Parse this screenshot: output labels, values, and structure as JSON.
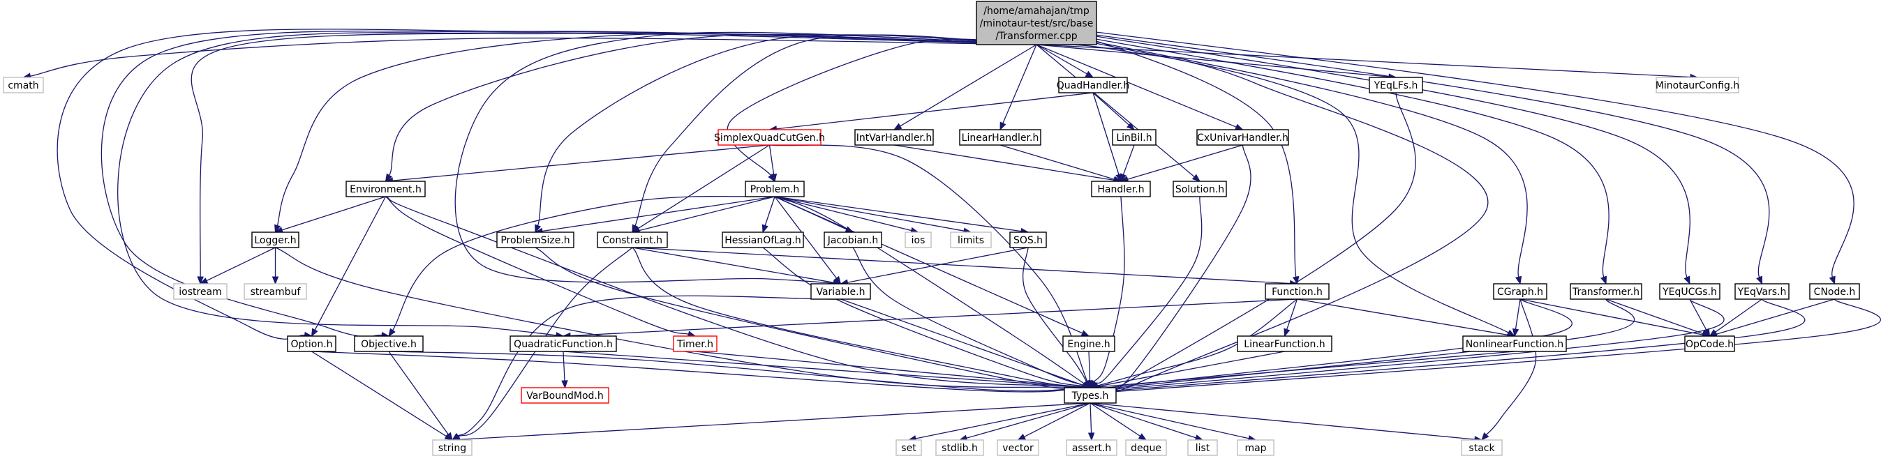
{
  "graph": {
    "colors": {
      "edge": "#191970",
      "node_border": "#000000",
      "root_fill": "#bfbfbf",
      "external_border": "#bfbfbf",
      "external_text": "#7f7f7f",
      "truncated_border": "#ff0000"
    },
    "nodes": [
      {
        "id": "root",
        "label_lines": [
          "/home/amahajan/tmp",
          "/minotaur-test/src/base",
          "/Transformer.cpp"
        ],
        "kind": "root"
      },
      {
        "id": "cmath",
        "label_lines": [
          "cmath"
        ],
        "kind": "external"
      },
      {
        "id": "minotaurconfig",
        "label_lines": [
          "MinotaurConfig.h"
        ],
        "kind": "external"
      },
      {
        "id": "quadhandler",
        "label_lines": [
          "QuadHandler.h"
        ],
        "kind": "normal"
      },
      {
        "id": "simplexquadcutgen",
        "label_lines": [
          "SimplexQuadCutGen.h"
        ],
        "kind": "truncated"
      },
      {
        "id": "intvarhandler",
        "label_lines": [
          "IntVarHandler.h"
        ],
        "kind": "normal"
      },
      {
        "id": "linearhandler",
        "label_lines": [
          "LinearHandler.h"
        ],
        "kind": "normal"
      },
      {
        "id": "linbil",
        "label_lines": [
          "LinBil.h"
        ],
        "kind": "normal"
      },
      {
        "id": "cxunivarhandler",
        "label_lines": [
          "CxUnivarHandler.h"
        ],
        "kind": "normal"
      },
      {
        "id": "yeqlfs",
        "label_lines": [
          "YEqLFs.h"
        ],
        "kind": "normal"
      },
      {
        "id": "environment",
        "label_lines": [
          "Environment.h"
        ],
        "kind": "normal"
      },
      {
        "id": "problem",
        "label_lines": [
          "Problem.h"
        ],
        "kind": "normal"
      },
      {
        "id": "handler",
        "label_lines": [
          "Handler.h"
        ],
        "kind": "normal"
      },
      {
        "id": "solution",
        "label_lines": [
          "Solution.h"
        ],
        "kind": "normal"
      },
      {
        "id": "logger",
        "label_lines": [
          "Logger.h"
        ],
        "kind": "normal"
      },
      {
        "id": "problemsize",
        "label_lines": [
          "ProblemSize.h"
        ],
        "kind": "normal"
      },
      {
        "id": "constraint",
        "label_lines": [
          "Constraint.h"
        ],
        "kind": "normal"
      },
      {
        "id": "hessianoflag",
        "label_lines": [
          "HessianOfLag.h"
        ],
        "kind": "normal"
      },
      {
        "id": "jacobian",
        "label_lines": [
          "Jacobian.h"
        ],
        "kind": "normal"
      },
      {
        "id": "ios",
        "label_lines": [
          "ios"
        ],
        "kind": "external"
      },
      {
        "id": "limits",
        "label_lines": [
          "limits"
        ],
        "kind": "external"
      },
      {
        "id": "sos",
        "label_lines": [
          "SOS.h"
        ],
        "kind": "normal"
      },
      {
        "id": "iostream",
        "label_lines": [
          "iostream"
        ],
        "kind": "external"
      },
      {
        "id": "streambuf",
        "label_lines": [
          "streambuf"
        ],
        "kind": "external"
      },
      {
        "id": "variable",
        "label_lines": [
          "Variable.h"
        ],
        "kind": "normal"
      },
      {
        "id": "function",
        "label_lines": [
          "Function.h"
        ],
        "kind": "normal"
      },
      {
        "id": "cgraph",
        "label_lines": [
          "CGraph.h"
        ],
        "kind": "normal"
      },
      {
        "id": "transformerh",
        "label_lines": [
          "Transformer.h"
        ],
        "kind": "normal"
      },
      {
        "id": "yequcgs",
        "label_lines": [
          "YEqUCGs.h"
        ],
        "kind": "normal"
      },
      {
        "id": "yeqvars",
        "label_lines": [
          "YEqVars.h"
        ],
        "kind": "normal"
      },
      {
        "id": "cnode",
        "label_lines": [
          "CNode.h"
        ],
        "kind": "normal"
      },
      {
        "id": "option",
        "label_lines": [
          "Option.h"
        ],
        "kind": "normal"
      },
      {
        "id": "objective",
        "label_lines": [
          "Objective.h"
        ],
        "kind": "normal"
      },
      {
        "id": "quadraticfunction",
        "label_lines": [
          "QuadraticFunction.h"
        ],
        "kind": "normal"
      },
      {
        "id": "timer",
        "label_lines": [
          "Timer.h"
        ],
        "kind": "truncated"
      },
      {
        "id": "engine",
        "label_lines": [
          "Engine.h"
        ],
        "kind": "normal"
      },
      {
        "id": "linearfunction",
        "label_lines": [
          "LinearFunction.h"
        ],
        "kind": "normal"
      },
      {
        "id": "nonlinearfunction",
        "label_lines": [
          "NonlinearFunction.h"
        ],
        "kind": "normal"
      },
      {
        "id": "opcode",
        "label_lines": [
          "OpCode.h"
        ],
        "kind": "normal"
      },
      {
        "id": "varboundmod",
        "label_lines": [
          "VarBoundMod.h"
        ],
        "kind": "truncated"
      },
      {
        "id": "types",
        "label_lines": [
          "Types.h"
        ],
        "kind": "normal"
      },
      {
        "id": "string",
        "label_lines": [
          "string"
        ],
        "kind": "external"
      },
      {
        "id": "set",
        "label_lines": [
          "set"
        ],
        "kind": "external"
      },
      {
        "id": "stdlib",
        "label_lines": [
          "stdlib.h"
        ],
        "kind": "external"
      },
      {
        "id": "vector",
        "label_lines": [
          "vector"
        ],
        "kind": "external"
      },
      {
        "id": "assert",
        "label_lines": [
          "assert.h"
        ],
        "kind": "external"
      },
      {
        "id": "deque",
        "label_lines": [
          "deque"
        ],
        "kind": "external"
      },
      {
        "id": "list",
        "label_lines": [
          "list"
        ],
        "kind": "external"
      },
      {
        "id": "map",
        "label_lines": [
          "map"
        ],
        "kind": "external"
      },
      {
        "id": "stack",
        "label_lines": [
          "stack"
        ],
        "kind": "external"
      }
    ],
    "edges": [
      [
        "root",
        "cmath"
      ],
      [
        "root",
        "minotaurconfig"
      ],
      [
        "root",
        "quadhandler"
      ],
      [
        "root",
        "intvarhandler"
      ],
      [
        "root",
        "linearhandler"
      ],
      [
        "root",
        "cxunivarhandler"
      ],
      [
        "root",
        "yeqlfs"
      ],
      [
        "root",
        "environment"
      ],
      [
        "root",
        "problem"
      ],
      [
        "root",
        "solution"
      ],
      [
        "root",
        "logger"
      ],
      [
        "root",
        "problemsize"
      ],
      [
        "root",
        "constraint"
      ],
      [
        "root",
        "iostream"
      ],
      [
        "root",
        "variable"
      ],
      [
        "root",
        "function"
      ],
      [
        "root",
        "cgraph"
      ],
      [
        "root",
        "transformerh"
      ],
      [
        "root",
        "yequcgs"
      ],
      [
        "root",
        "yeqvars"
      ],
      [
        "root",
        "cnode"
      ],
      [
        "root",
        "option"
      ],
      [
        "root",
        "objective"
      ],
      [
        "root",
        "quadraticfunction"
      ],
      [
        "root",
        "nonlinearfunction"
      ],
      [
        "root",
        "types"
      ],
      [
        "quadhandler",
        "simplexquadcutgen"
      ],
      [
        "quadhandler",
        "linbil"
      ],
      [
        "quadhandler",
        "handler"
      ],
      [
        "simplexquadcutgen",
        "environment"
      ],
      [
        "simplexquadcutgen",
        "problem"
      ],
      [
        "simplexquadcutgen",
        "constraint"
      ],
      [
        "simplexquadcutgen",
        "types"
      ],
      [
        "intvarhandler",
        "handler"
      ],
      [
        "linearhandler",
        "handler"
      ],
      [
        "linbil",
        "handler"
      ],
      [
        "cxunivarhandler",
        "handler"
      ],
      [
        "cxunivarhandler",
        "types"
      ],
      [
        "yeqlfs",
        "types"
      ],
      [
        "environment",
        "logger"
      ],
      [
        "environment",
        "option"
      ],
      [
        "environment",
        "timer"
      ],
      [
        "environment",
        "types"
      ],
      [
        "problem",
        "problemsize"
      ],
      [
        "problem",
        "constraint"
      ],
      [
        "problem",
        "hessianoflag"
      ],
      [
        "problem",
        "jacobian"
      ],
      [
        "problem",
        "ios"
      ],
      [
        "problem",
        "limits"
      ],
      [
        "problem",
        "sos"
      ],
      [
        "problem",
        "variable"
      ],
      [
        "problem",
        "objective"
      ],
      [
        "problem",
        "engine"
      ],
      [
        "problem",
        "types"
      ],
      [
        "handler",
        "types"
      ],
      [
        "solution",
        "types"
      ],
      [
        "logger",
        "iostream"
      ],
      [
        "logger",
        "streambuf"
      ],
      [
        "logger",
        "types"
      ],
      [
        "problemsize",
        "types"
      ],
      [
        "constraint",
        "variable"
      ],
      [
        "constraint",
        "function"
      ],
      [
        "constraint",
        "string"
      ],
      [
        "constraint",
        "types"
      ],
      [
        "hessianoflag",
        "types"
      ],
      [
        "jacobian",
        "types"
      ],
      [
        "sos",
        "variable"
      ],
      [
        "sos",
        "types"
      ],
      [
        "variable",
        "string"
      ],
      [
        "variable",
        "types"
      ],
      [
        "function",
        "quadraticfunction"
      ],
      [
        "function",
        "linearfunction"
      ],
      [
        "function",
        "nonlinearfunction"
      ],
      [
        "function",
        "types"
      ],
      [
        "cgraph",
        "nonlinearfunction"
      ],
      [
        "cgraph",
        "opcode"
      ],
      [
        "cgraph",
        "stack"
      ],
      [
        "cgraph",
        "types"
      ],
      [
        "transformerh",
        "opcode"
      ],
      [
        "transformerh",
        "types"
      ],
      [
        "yequcgs",
        "opcode"
      ],
      [
        "yequcgs",
        "types"
      ],
      [
        "yeqvars",
        "opcode"
      ],
      [
        "yeqvars",
        "types"
      ],
      [
        "cnode",
        "opcode"
      ],
      [
        "cnode",
        "types"
      ],
      [
        "option",
        "string"
      ],
      [
        "option",
        "types"
      ],
      [
        "objective",
        "string"
      ],
      [
        "objective",
        "types"
      ],
      [
        "quadraticfunction",
        "varboundmod"
      ],
      [
        "quadraticfunction",
        "types"
      ],
      [
        "timer",
        "types"
      ],
      [
        "engine",
        "types"
      ],
      [
        "linearfunction",
        "types"
      ],
      [
        "nonlinearfunction",
        "types"
      ],
      [
        "types",
        "string"
      ],
      [
        "types",
        "set"
      ],
      [
        "types",
        "stdlib"
      ],
      [
        "types",
        "vector"
      ],
      [
        "types",
        "assert"
      ],
      [
        "types",
        "deque"
      ],
      [
        "types",
        "list"
      ],
      [
        "types",
        "map"
      ],
      [
        "types",
        "stack"
      ]
    ]
  }
}
